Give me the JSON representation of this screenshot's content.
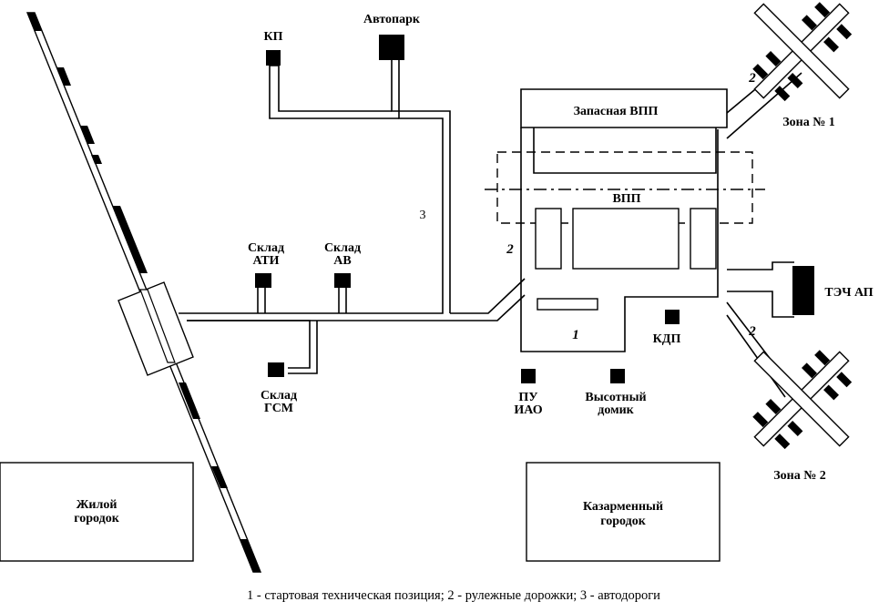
{
  "labels": {
    "kp": "КП",
    "autopark": "Автопарк",
    "reserve_runway": "Запасная ВПП",
    "zone1": "Зона № 1",
    "runway": "ВПП",
    "road_number_3": "3",
    "taxiway_number_2": "2",
    "sklad_ati_line1": "Склад",
    "sklad_ati_line2": "АТИ",
    "sklad_av_line1": "Склад",
    "sklad_av_line2": "АВ",
    "tech_ap": "ТЭЧ АП",
    "start_position_number": "1",
    "kdp": "КДП",
    "sklad_gsm_line1": "Склад",
    "sklad_gsm_line2": "ГСМ",
    "pu_iao_line1": "ПУ",
    "pu_iao_line2": "ИАО",
    "vysotny_line1": "Высотный",
    "vysotny_line2": "домик",
    "zone2": "Зона № 2",
    "residential_line1": "Жилой",
    "residential_line2": "городок",
    "barracks_line1": "Казарменный",
    "barracks_line2": "городок"
  },
  "caption": "1 - стартовая техническая позиция; 2 - рулежные дорожки; 3 - автодороги",
  "colors": {
    "ink": "#000000",
    "background": "#ffffff"
  }
}
